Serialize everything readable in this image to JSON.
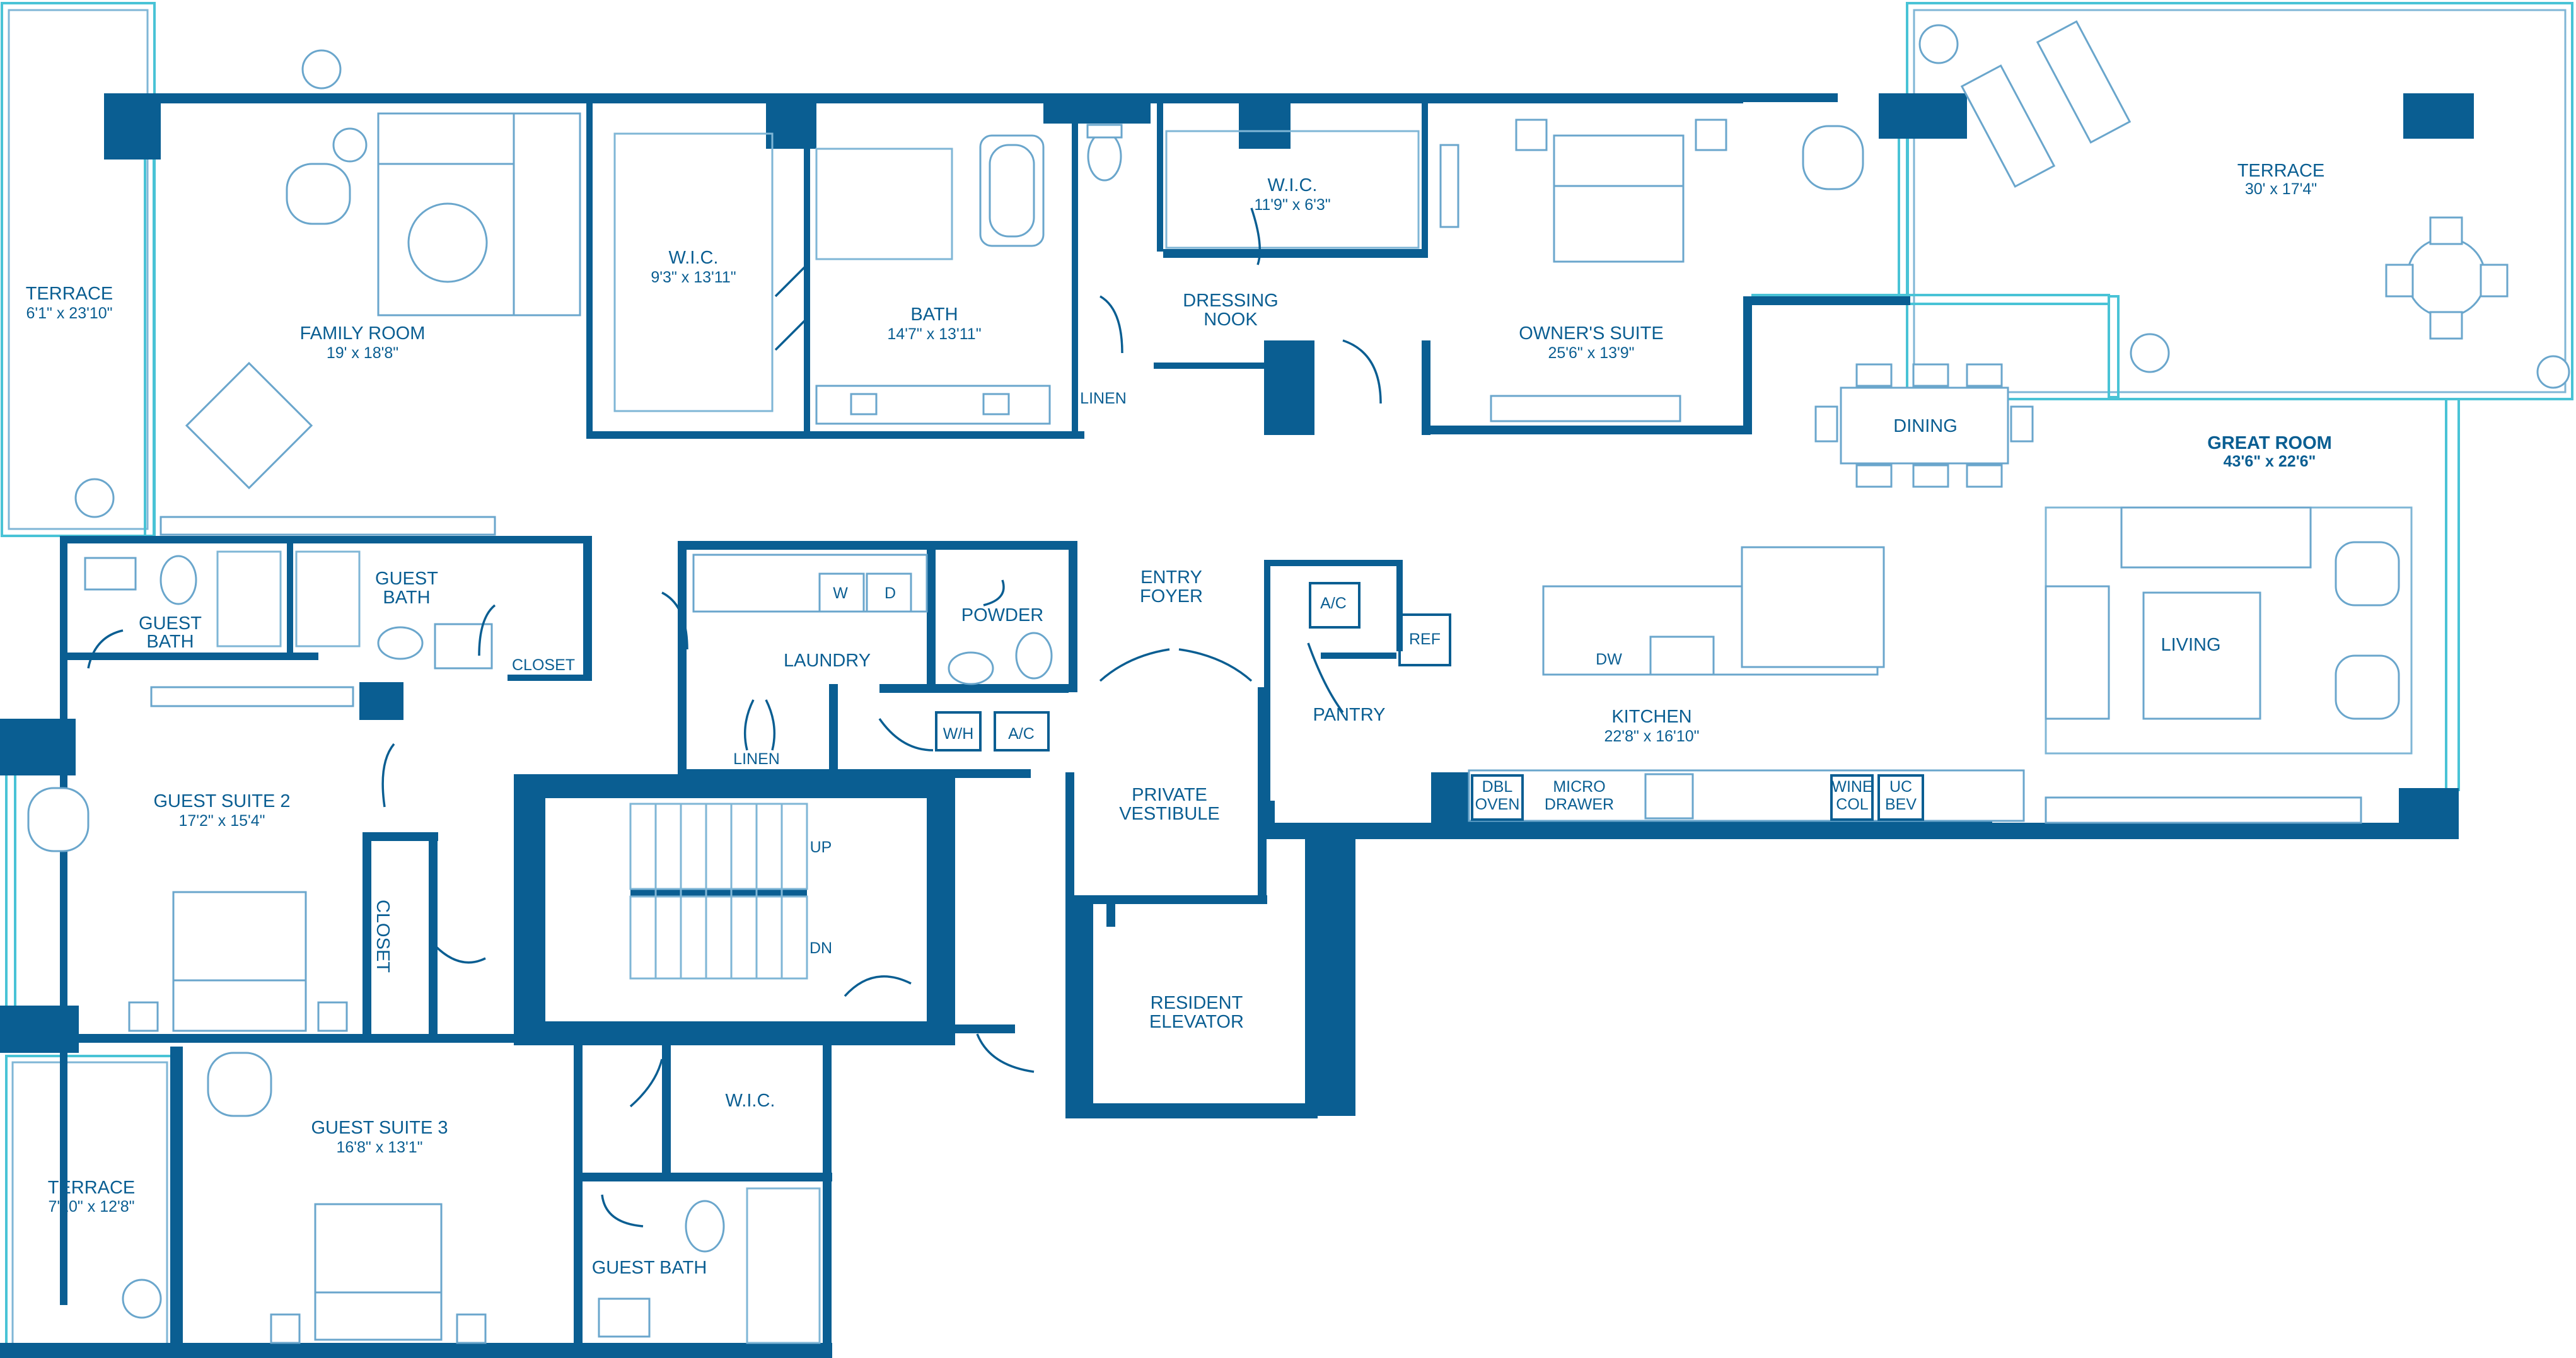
{
  "rooms": {
    "terrace_west": {
      "name": "TERRACE",
      "dims": "6'1\" x 23'10\""
    },
    "family_room": {
      "name": "FAMILY ROOM",
      "dims": "19' x 18'8\""
    },
    "wic_1": {
      "name": "W.I.C.",
      "dims": "9'3\" x 13'11\""
    },
    "bath": {
      "name": "BATH",
      "dims": "14'7\" x 13'11\""
    },
    "wic_2": {
      "name": "W.I.C.",
      "dims": "11'9\" x 6'3\""
    },
    "dressing_nook": {
      "name_1": "DRESSING",
      "name_2": "NOOK"
    },
    "owners_suite": {
      "name": "OWNER'S SUITE",
      "dims": "25'6\" x 13'9\""
    },
    "terrace_east": {
      "name": "TERRACE",
      "dims": "30' x 17'4\""
    },
    "dining": {
      "name": "DINING"
    },
    "great_room": {
      "name": "GREAT ROOM",
      "dims": "43'6\" x 22'6\""
    },
    "living": {
      "name": "LIVING"
    },
    "kitchen": {
      "name": "KITCHEN",
      "dims": "22'8\" x 16'10\""
    },
    "guest_bath_1": {
      "name_1": "GUEST",
      "name_2": "BATH"
    },
    "guest_bath_2": {
      "name_1": "GUEST",
      "name_2": "BATH"
    },
    "closet_1": {
      "name": "CLOSET"
    },
    "guest_suite_2": {
      "name": "GUEST SUITE 2",
      "dims": "17'2\" x 15'4\""
    },
    "closet_2": {
      "name": "CLOSET"
    },
    "laundry": {
      "name": "LAUNDRY"
    },
    "linen_laundry": {
      "name": "LINEN"
    },
    "linen_bath": {
      "name": "LINEN"
    },
    "powder": {
      "name": "POWDER"
    },
    "entry_foyer": {
      "name_1": "ENTRY",
      "name_2": "FOYER"
    },
    "private_vestibule": {
      "name_1": "PRIVATE",
      "name_2": "VESTIBULE"
    },
    "resident_elevator": {
      "name_1": "RESIDENT",
      "name_2": "ELEVATOR"
    },
    "pantry": {
      "name": "PANTRY"
    },
    "terrace_sw": {
      "name": "TERRACE",
      "dims": "7'10\" x 12'8\""
    },
    "guest_suite_3": {
      "name": "GUEST SUITE 3",
      "dims": "16'8\" x 13'1\""
    },
    "wic_3": {
      "name": "W.I.C."
    },
    "guest_bath_3": {
      "name": "GUEST BATH"
    }
  },
  "fixtures": {
    "washer": "W",
    "dryer": "D",
    "water_heater": "W/H",
    "ac_1": "A/C",
    "ac_2": "A/C",
    "ref": "REF",
    "dw": "DW",
    "dbl_oven_1": "DBL",
    "dbl_oven_2": "OVEN",
    "micro_1": "MICRO",
    "micro_2": "DRAWER",
    "wine_1": "WINE",
    "wine_2": "COL",
    "ucbev_1": "UC",
    "ucbev_2": "BEV"
  },
  "stair": {
    "up": "UP",
    "down": "DN"
  },
  "colors": {
    "wall": "#0a5e92",
    "glass": "#49c3d6",
    "furniture": "#6aa6cc"
  }
}
